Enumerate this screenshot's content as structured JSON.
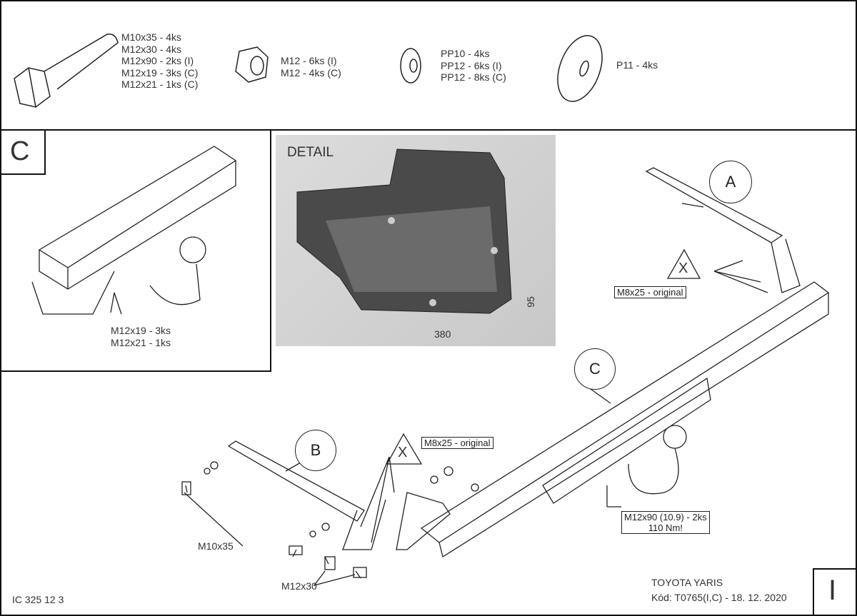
{
  "parts_list": {
    "bolts": [
      "M10x35 - 4ks",
      "M12x30 - 4ks",
      "M12x90 - 2ks (I)",
      "M12x19 - 3ks (C)",
      "M12x21 - 1ks (C)"
    ],
    "nuts": [
      "M12 - 6ks (I)",
      "M12 - 4ks (C)"
    ],
    "washers": [
      "PP10 - 4ks",
      "PP12 - 6ks (I)",
      "PP12 - 8ks (C)"
    ],
    "large_washer": [
      "P11 - 4ks"
    ]
  },
  "variant_c_panel": {
    "label": "C",
    "bolts": [
      "M12x19 - 3ks",
      "M12x21 - 1ks"
    ]
  },
  "detail": {
    "title": "DETAIL",
    "dim_width": "380",
    "dim_height": "95"
  },
  "main_drawing": {
    "callout_a": "A",
    "callout_b": "B",
    "callout_c": "C",
    "callout_x1": "X",
    "callout_x2": "X",
    "note_m8_right": "M8x25 - original",
    "note_m8_center": "M8x25 - original",
    "note_m12x90": "M12x90 (10.9) - 2ks",
    "note_torque": "110 Nm!",
    "label_m10x35": "M10x35",
    "label_m12x30": "M12x30"
  },
  "footer": {
    "doc_code": "IC 325 12 3",
    "vehicle": "TOYOTA YARIS",
    "code_date": "Kód: T0765(I,C) - 18. 12. 2020",
    "variant": "I"
  }
}
